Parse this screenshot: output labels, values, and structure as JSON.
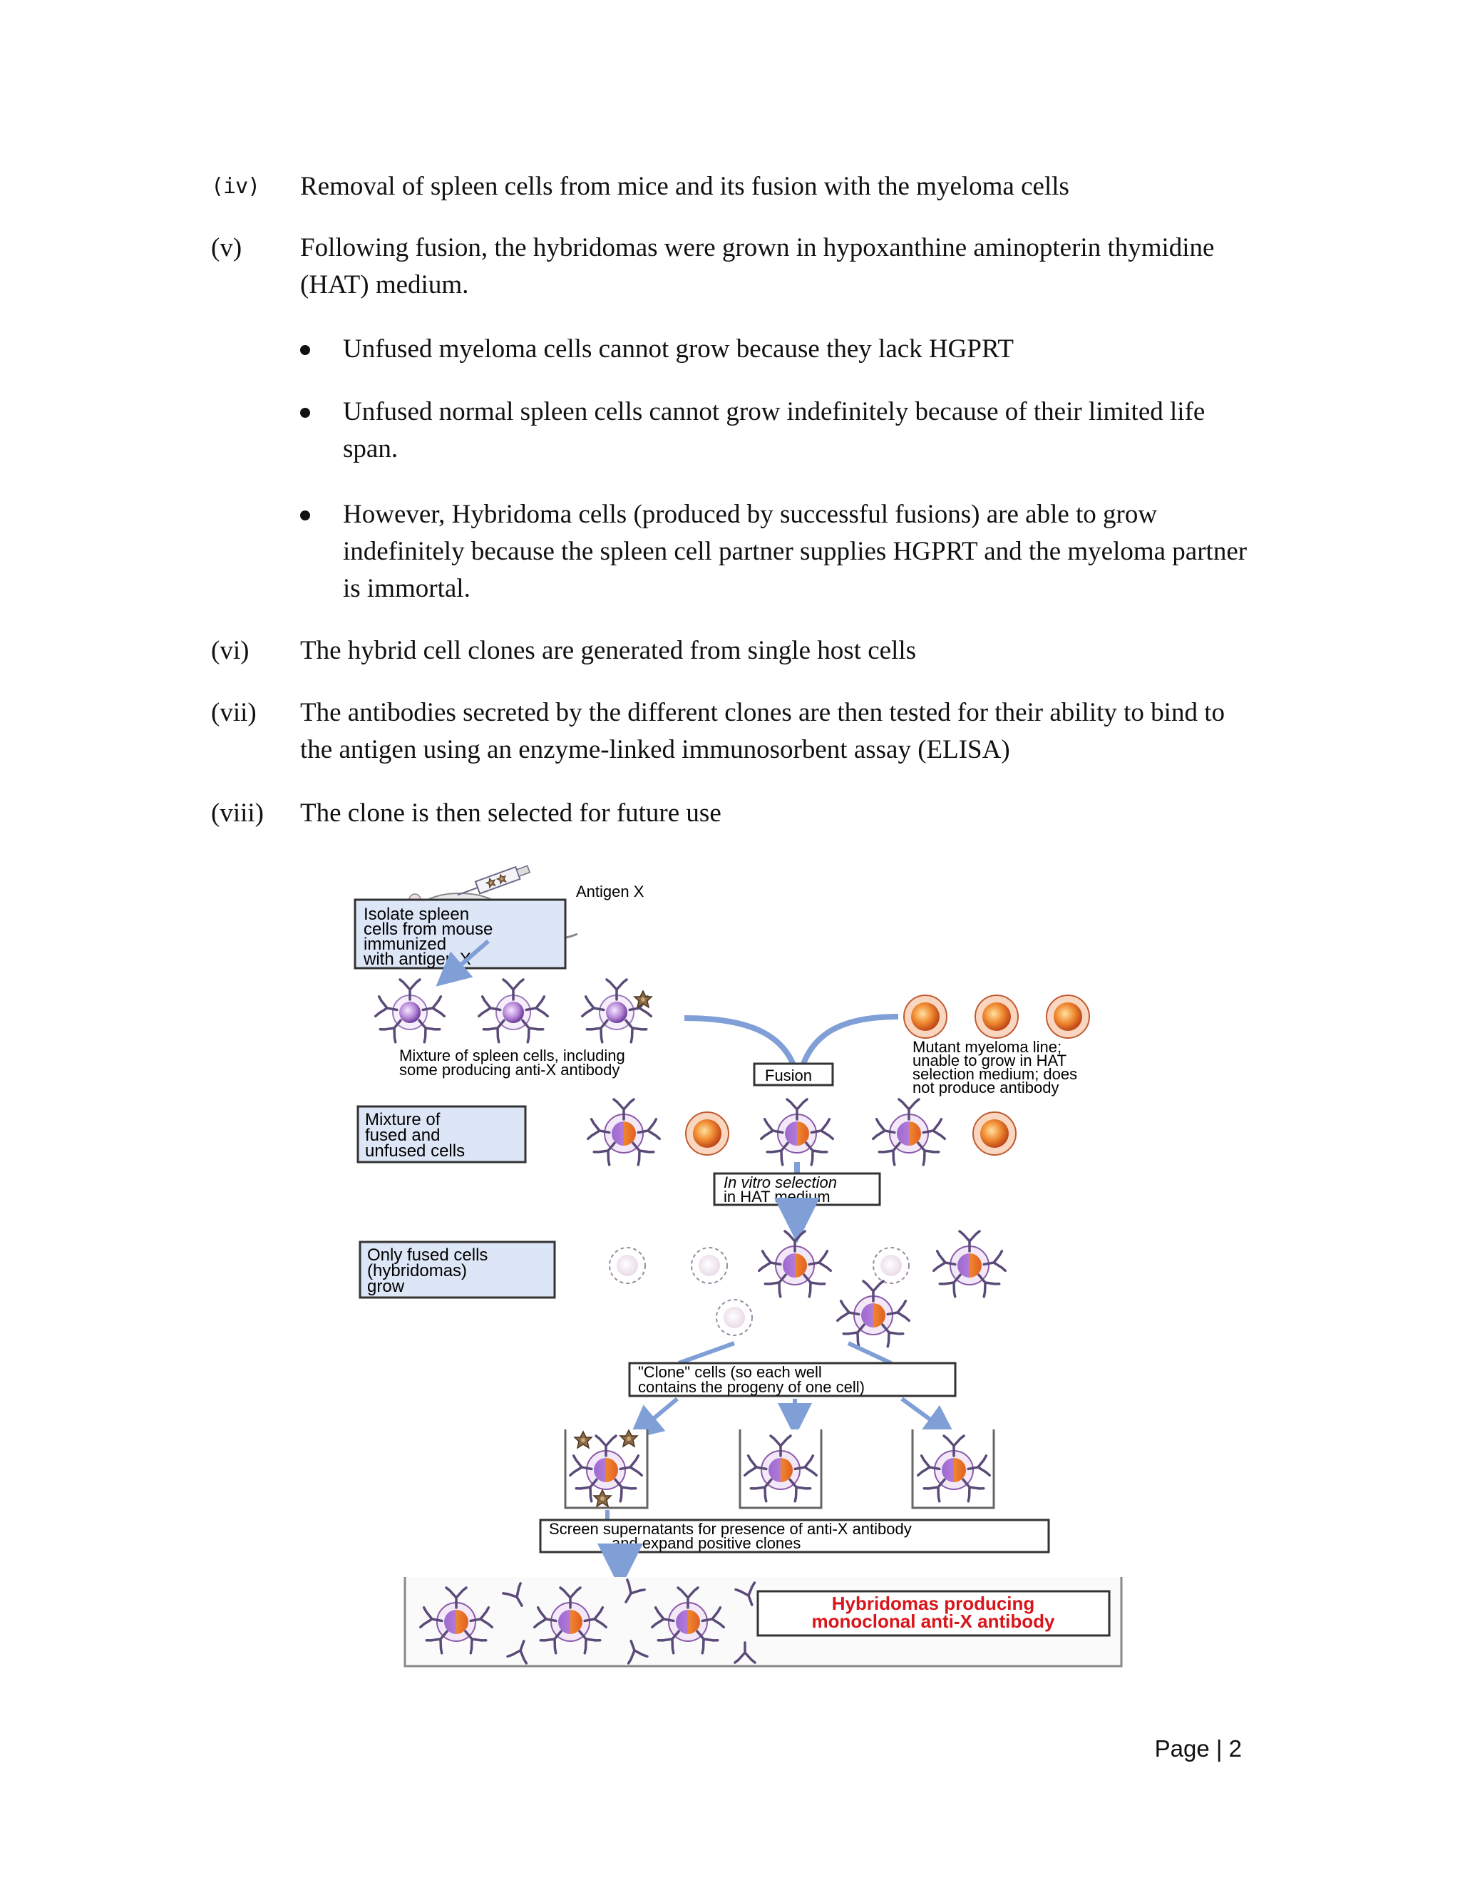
{
  "steps": [
    {
      "num": "(iv)",
      "text": "Removal of spleen cells from mice and its fusion with the myeloma cells"
    },
    {
      "num": "(v)",
      "text": "Following fusion, the hybridomas were grown in hypoxanthine aminopterin thymidine (HAT) medium."
    },
    {
      "num": "(vi)",
      "text": "The hybrid cell clones are generated from single host cells"
    },
    {
      "num": "(vii)",
      "text": "The antibodies secreted by the different clones are then tested for their ability to bind to the antigen using an enzyme-linked immunosorbent assay (ELISA)"
    },
    {
      "num": "(viii)",
      "text": "The clone is then selected for future use"
    }
  ],
  "bullets": [
    "Unfused myeloma cells cannot grow because they lack HGPRT",
    "Unfused normal spleen cells cannot grow indefinitely because of their limited life span.",
    "However, Hybridoma cells (produced by successful fusions) are able to grow indefinitely because the spleen cell partner supplies HGPRT and the myeloma partner is immortal."
  ],
  "figure": {
    "antigen_label": "Antigen X",
    "isolate_box": [
      "Isolate spleen",
      "cells from mouse",
      "immunized",
      "with antigen X"
    ],
    "spleen_caption": [
      "Mixture of spleen cells, including",
      "some producing anti-X antibody"
    ],
    "myeloma_caption": [
      "Mutant myeloma line;",
      "unable to grow in HAT",
      "selection medium; does",
      "not produce antibody"
    ],
    "fusion_label": "Fusion",
    "mixture_box": [
      "Mixture of",
      "fused and",
      "unfused cells"
    ],
    "selection_box": [
      "In vitro selection",
      "in HAT medium"
    ],
    "only_fused_box": [
      "Only fused cells",
      "(hybridomas)",
      "grow"
    ],
    "clone_box": [
      "\"Clone\" cells (so each well",
      "contains the progeny of one cell)"
    ],
    "screen_box": [
      "Screen supernatants for presence of anti-X antibody",
      "and expand positive clones"
    ],
    "result_box": [
      "Hybridomas producing",
      "monoclonal anti-X antibody"
    ],
    "colors": {
      "arrow": "#7f9fd6",
      "label_box_fill": "#dde6f6",
      "spleen_cell": "#b788d8",
      "myeloma_cell": "#f08a30",
      "antibody": "#5a4a78",
      "result_text": "#d8151b"
    }
  },
  "footer": {
    "page_label": "Page | 2"
  }
}
